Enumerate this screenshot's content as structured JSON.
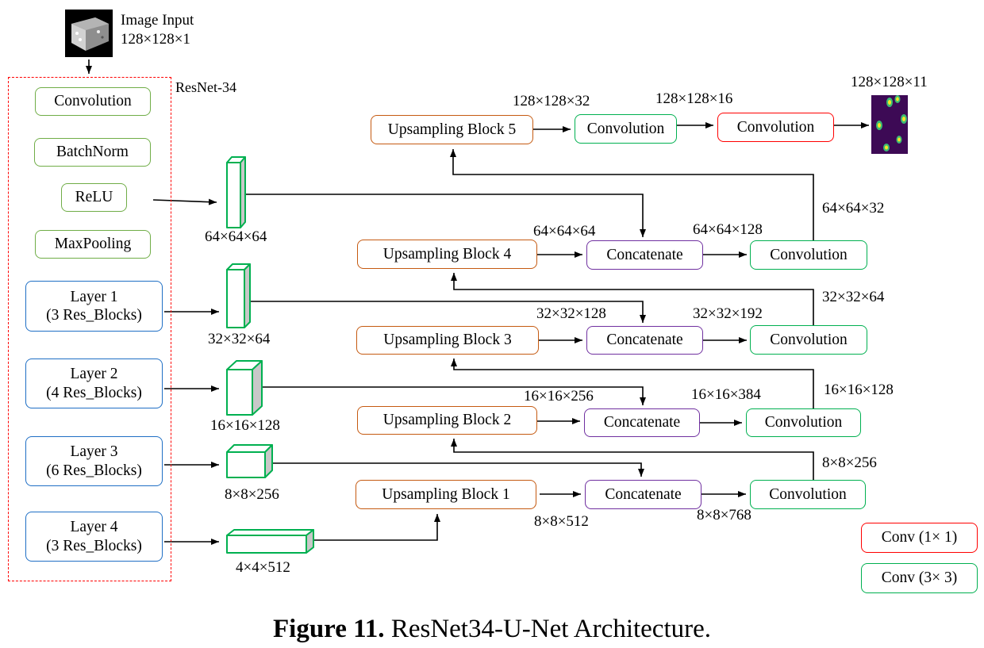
{
  "input": {
    "title": "Image Input",
    "shape": "128×128×1"
  },
  "encoder": {
    "title": "ResNet-34",
    "stem": [
      "Convolution",
      "BatchNorm",
      "ReLU",
      "MaxPooling"
    ],
    "layers": [
      {
        "name": "Layer 1",
        "detail": "(3 Res_Blocks)"
      },
      {
        "name": "Layer 2",
        "detail": "(4 Res_Blocks)"
      },
      {
        "name": "Layer 3",
        "detail": "(6 Res_Blocks)"
      },
      {
        "name": "Layer 4",
        "detail": "(3 Res_Blocks)"
      }
    ],
    "feature_maps": [
      "64×64×64",
      "32×32×64",
      "16×16×128",
      "8×8×256",
      "4×4×512"
    ]
  },
  "decoder": {
    "upsampling_blocks": [
      "Upsampling Block 1",
      "Upsampling Block 2",
      "Upsampling Block 3",
      "Upsampling Block 4",
      "Upsampling Block 5"
    ],
    "concat_label": "Concatenate",
    "conv_label": "Convolution",
    "stages": [
      {
        "upsample_out": "8×8×512",
        "concat_out": "8×8×768",
        "conv_out": "8×8×256"
      },
      {
        "upsample_out": "16×16×256",
        "concat_out": "16×16×384",
        "conv_out": "16×16×128"
      },
      {
        "upsample_out": "32×32×128",
        "concat_out": "32×32×192",
        "conv_out": "32×32×64"
      },
      {
        "upsample_out": "64×64×64",
        "concat_out": "64×64×128",
        "conv_out": "64×64×32"
      }
    ],
    "final": {
      "upsample_out": "128×128×32",
      "conv_out": "128×128×16",
      "output_shape": "128×128×11"
    }
  },
  "legend": [
    {
      "label": "Conv (1× 1)"
    },
    {
      "label": "Conv (3× 3)"
    }
  ],
  "caption": {
    "label": "Figure 11.",
    "title": " ResNet34-U-Net Architecture."
  },
  "colors": {
    "stem_box": "#70ad47",
    "encoder_layer_box": "#1f6fc5",
    "upsampling_box": "#c55a11",
    "concatenate_box": "#7030a0",
    "conv_3x3": "#00b050",
    "conv_1x1": "#ff0000",
    "encoder_frame": "#ff0000",
    "feature_map_side": "#c8c8c8"
  }
}
